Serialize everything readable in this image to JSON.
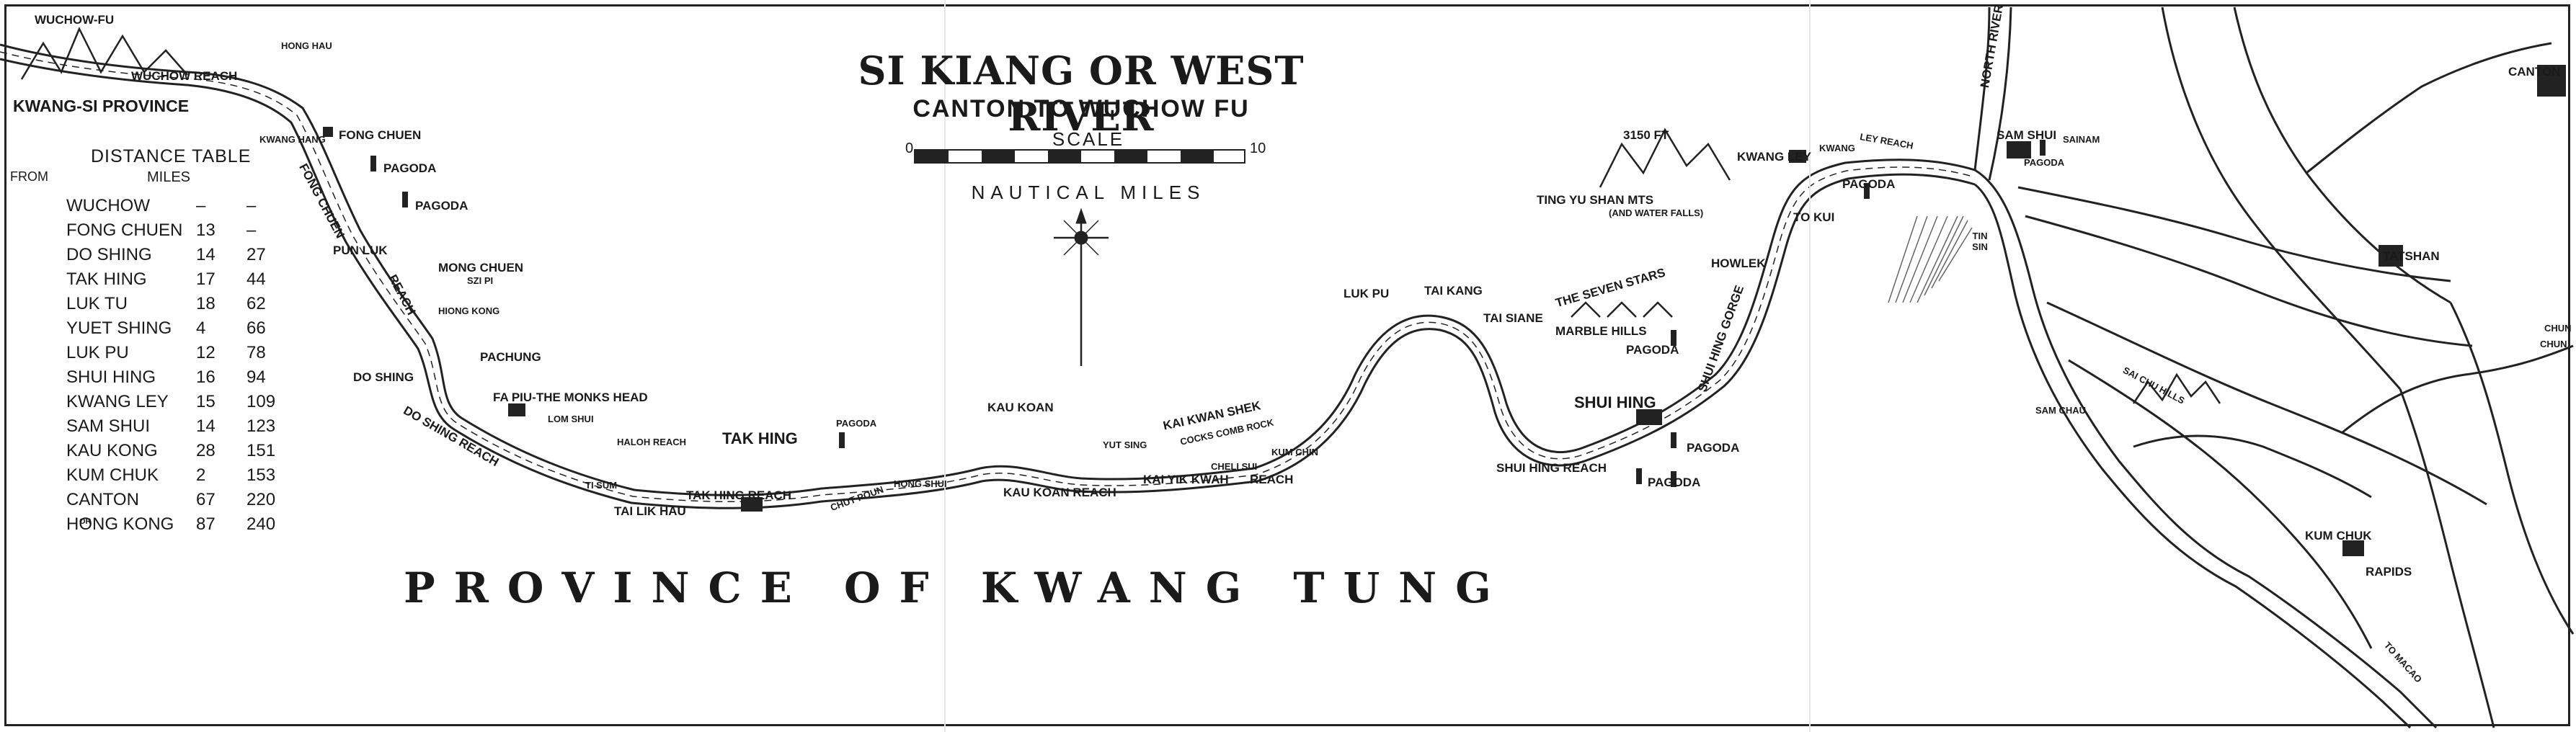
{
  "title": "SI KIANG OR WEST RIVER",
  "subtitle": "CANTON TO WUCHOW FU",
  "scale": {
    "label": "SCALE",
    "start": "0",
    "end": "10",
    "units": "NAUTICAL   MILES"
  },
  "province_label": "PROVINCE  OF  KWANG  TUNG",
  "region_label": "KWANG-SI PROVINCE",
  "distance_table": {
    "heading": "DISTANCE TABLE",
    "from_label": "FROM",
    "miles_label": "MILES",
    "rows": [
      {
        "name": "WUCHOW",
        "a": "–",
        "b": "–"
      },
      {
        "name": "FONG CHUEN",
        "a": "13",
        "b": "–"
      },
      {
        "name": "DO SHING",
        "a": "14",
        "b": "27"
      },
      {
        "name": "TAK HING",
        "a": "17",
        "b": "44"
      },
      {
        "name": "LUK TU",
        "a": "18",
        "b": "62"
      },
      {
        "name": "YUET SHING",
        "a": "4",
        "b": "66"
      },
      {
        "name": "LUK PU",
        "a": "12",
        "b": "78"
      },
      {
        "name": "SHUI HING",
        "a": "16",
        "b": "94"
      },
      {
        "name": "KWANG LEY",
        "a": "15",
        "b": "109"
      },
      {
        "name": "SAM SHUI",
        "a": "14",
        "b": "123"
      },
      {
        "name": "KAU KONG",
        "a": "28",
        "b": "151"
      },
      {
        "name": "KUM CHUK",
        "a": "2",
        "b": "153"
      },
      {
        "name": "CANTON",
        "a": "67",
        "b": "220"
      },
      {
        "name": "HONG KONG",
        "a": "87",
        "b": "240"
      }
    ],
    "canton_note": "OR"
  },
  "places": {
    "wuchow_fu": "WUCHOW-FU",
    "wuchow_reach": "WUCHOW REACH",
    "hong_hau": "HONG HAU",
    "kwang_hang": "KWANG HANG",
    "fong_chuen": "FONG CHUEN",
    "fong_chuen_reach": "FONG CHUEN",
    "pagoda_1": "PAGODA",
    "pagoda_2": "PAGODA",
    "pun_luk": "PUN LUK",
    "mong_chuen": "MONG CHUEN",
    "szi_pi": "SZI PI",
    "reach": "REACH",
    "hiong_kong": "HIONG KONG",
    "pachung": "PACHUNG",
    "do_shing": "DO SHING",
    "do_shing_reach": "DO SHING REACH",
    "monks_head": "FA PIU-THE MONKS HEAD",
    "lom_shui": "LOM SHUI",
    "haloh_reach": "HALOH REACH",
    "ti_sum": "TI SUM",
    "tai_lik_hau": "TAI LIK HAU",
    "tak_hing": "TAK HING",
    "tak_hing_reach": "TAK HING REACH",
    "pagoda_3": "PAGODA",
    "chut_poun": "CHUT POUN",
    "hong_shui": "HONG SHUI",
    "kau_koan": "KAU KOAN",
    "kau_koan_reach": "KAU KOAN REACH",
    "yut_sing": "YUT SING",
    "kai_kwan_shek": "KAI KWAN SHEK",
    "cocks_comb_rock": "COCKS COMB ROCK",
    "cheli_sui": "CHELI SUI",
    "kum_chin": "KUM CHIN",
    "kai_yik_kwah": "KAI YIK KWAH",
    "reach_2": "REACH",
    "luk_pu": "LUK PU",
    "tai_kang": "TAI KANG",
    "tai_siane": "TAI SIANE",
    "seven_stars": "THE SEVEN STARS",
    "marble_hills": "MARBLE HILLS",
    "pagoda_4": "PAGODA",
    "shui_hing": "SHUI HING",
    "shui_hing_reach": "SHUI HING REACH",
    "pagoda_5": "PAGODA",
    "pagoda_6": "PAGODA",
    "shui_hing_gorge": "SHUI HING GORGE",
    "howlek": "HOWLEK",
    "mountain_height": "3150 FT",
    "ting_yu_shan": "TING YU SHAN MTS",
    "water_falls": "(AND WATER FALLS)",
    "kwang_ley": "KWANG LEY",
    "kwang_ley_2": "KWANG",
    "ley_reach": "LEY REACH",
    "pagoda_7": "PAGODA",
    "to_kui": "TO KUI",
    "north_river": "NORTH RIVER",
    "sam_shui": "SAM SHUI",
    "sainam": "SAINAM",
    "pagoda_8": "PAGODA",
    "tin_sin": "TIN SIN",
    "tatshan": "TATSHAN",
    "sai_chu_hills": "SAI CHU HILLS",
    "sam_chau": "SAM CHAU",
    "canton": "CANTON",
    "chun": "CHUN",
    "chun_2": "CHUN",
    "kum_chuk": "KUM CHUK",
    "rapids": "RAPIDS",
    "to_macao": "TO MACAO"
  },
  "colors": {
    "ink": "#1a1a1a",
    "paper": "#ffffff"
  }
}
